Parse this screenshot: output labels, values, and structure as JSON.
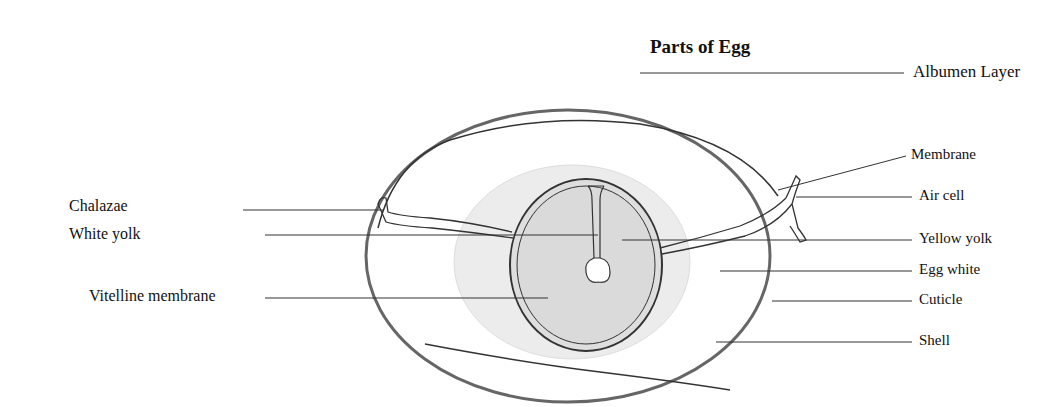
{
  "diagram": {
    "title": "Parts of Egg",
    "labels": [
      "Albumen Layer",
      "Membrane",
      "Air cell",
      "Yellow yolk",
      "Egg white",
      "Cuticle",
      "Shell",
      "Chalazae",
      "White yolk",
      "Vitelline membrane"
    ]
  }
}
